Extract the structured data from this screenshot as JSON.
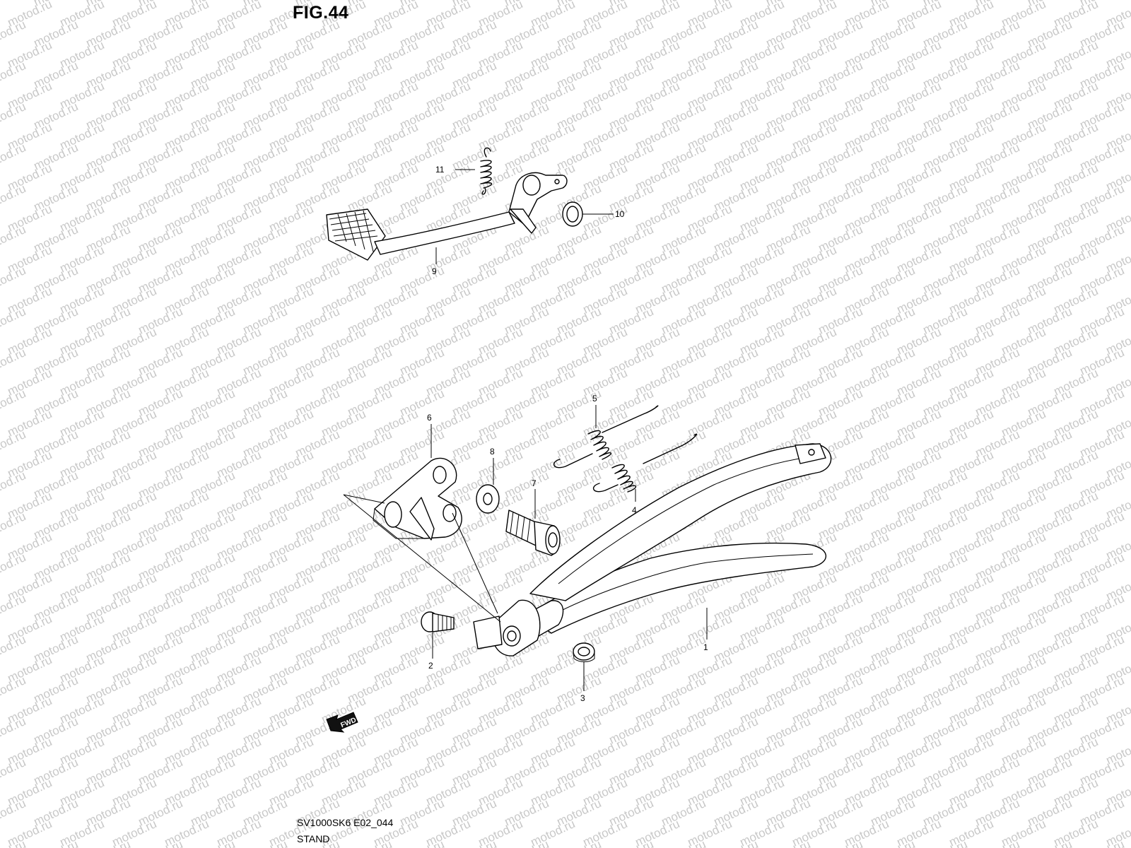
{
  "figure": {
    "title": "FIG.44",
    "code": "SV1000SK6 E02_044",
    "name": "STAND"
  },
  "watermark": {
    "text": "motod.ru",
    "color": "#c8c8c8"
  },
  "fwd_badge": {
    "text": "FWD"
  },
  "callouts": [
    {
      "id": "1",
      "label": "1",
      "part": "side-stand"
    },
    {
      "id": "2",
      "label": "2",
      "part": "stand-bolt"
    },
    {
      "id": "3",
      "label": "3",
      "part": "stand-nut"
    },
    {
      "id": "4",
      "label": "4",
      "part": "stand-spring-inner"
    },
    {
      "id": "5",
      "label": "5",
      "part": "stand-spring-outer"
    },
    {
      "id": "6",
      "label": "6",
      "part": "stand-bracket"
    },
    {
      "id": "7",
      "label": "7",
      "part": "bracket-bolt"
    },
    {
      "id": "8",
      "label": "8",
      "part": "washer"
    },
    {
      "id": "9",
      "label": "9",
      "part": "gear-shift-lever"
    },
    {
      "id": "10",
      "label": "10",
      "part": "shift-washer"
    },
    {
      "id": "11",
      "label": "11",
      "part": "return-spring"
    }
  ]
}
